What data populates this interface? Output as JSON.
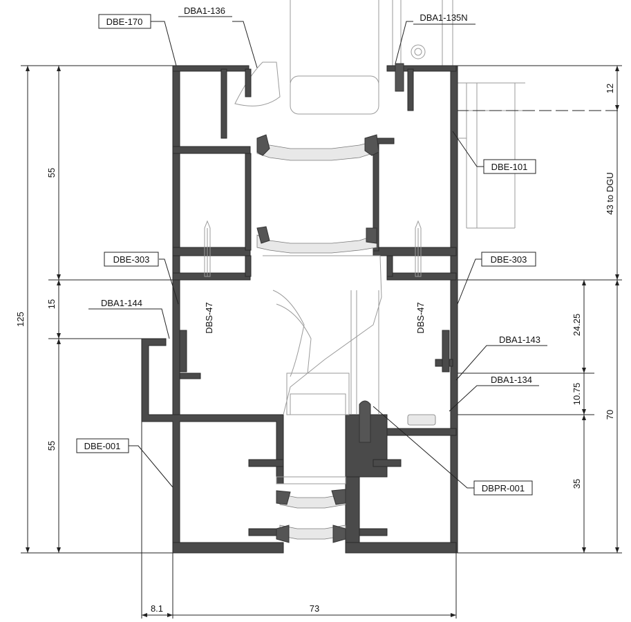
{
  "labels": {
    "dbe170": "DBE-170",
    "dba1_136": "DBA1-136",
    "dba1_135n": "DBA1-135N",
    "dbe101": "DBE-101",
    "dbe303_left": "DBE-303",
    "dbe303_right": "DBE-303",
    "dba1_144": "DBA1-144",
    "dba1_143": "DBA1-143",
    "dba1_134": "DBA1-134",
    "dbe001": "DBE-001",
    "dbpr001": "DBPR-001",
    "dbs47_left": "DBS-47",
    "dbs47_right": "DBS-47"
  },
  "dimensions": {
    "d125": "125",
    "d55_top": "55",
    "d15": "15",
    "d55_bottom": "55",
    "d12": "12",
    "d43": "43 to DGU",
    "d24_25": "24.25",
    "d10_75": "10.75",
    "d35": "35",
    "d70": "70",
    "d8_1": "8.1",
    "d73": "73"
  }
}
